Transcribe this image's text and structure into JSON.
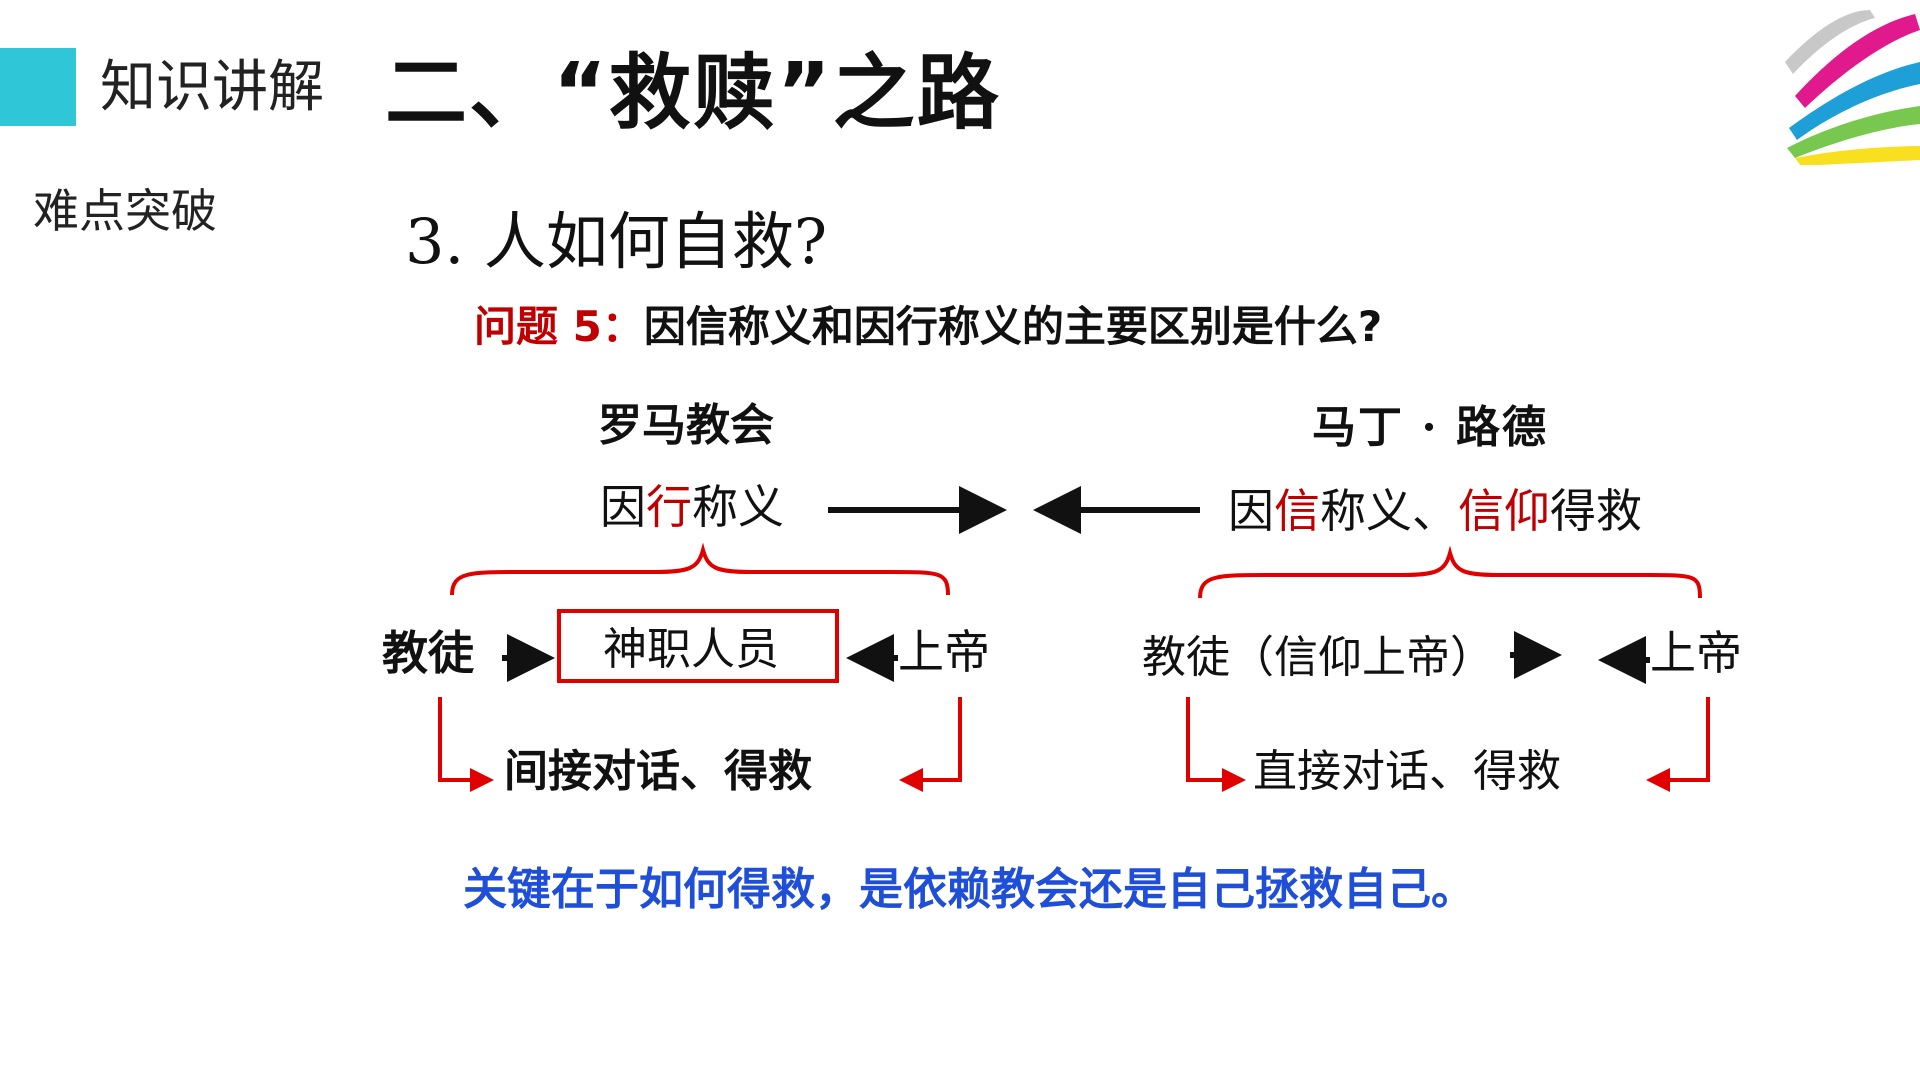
{
  "colors": {
    "accent_square": "#2fc6d8",
    "question_label": "#c00000",
    "highlight_red": "#c00000",
    "diagram_lines": "#e00000",
    "conclusion_blue": "#1f4fd8",
    "text": "#111111"
  },
  "header": {
    "section_label": "知识讲解",
    "title": "二、“救赎”之路"
  },
  "sidebar": {
    "subsection_label": "难点突破"
  },
  "content": {
    "sub_heading": "3. 人如何自救?",
    "question": {
      "label": "问题 5：",
      "text": "因信称义和因行称义的主要区别是什么?"
    },
    "left": {
      "title": "罗马教会",
      "doctrine": [
        {
          "text": "因",
          "highlight": false
        },
        {
          "text": "行",
          "highlight": true
        },
        {
          "text": "称义",
          "highlight": false
        }
      ],
      "believer": "教徒",
      "intermediary": "神职人员",
      "god": "上帝",
      "result": "间接对话、得救"
    },
    "right": {
      "title": "马丁 · 路德",
      "doctrine": [
        {
          "text": "因",
          "highlight": false
        },
        {
          "text": "信",
          "highlight": true
        },
        {
          "text": "称义、",
          "highlight": false
        },
        {
          "text": "信仰",
          "highlight": true
        },
        {
          "text": "得救",
          "highlight": false
        }
      ],
      "believer": "教徒（信仰上帝）",
      "god": "上帝",
      "result": "直接对话、得救"
    },
    "conclusion": "关键在于如何得救，是依赖教会还是自己拯救自己。"
  },
  "icons": {
    "logo": "colorful-brush-stroke-logo",
    "arrows": "black-arrow-icon"
  }
}
